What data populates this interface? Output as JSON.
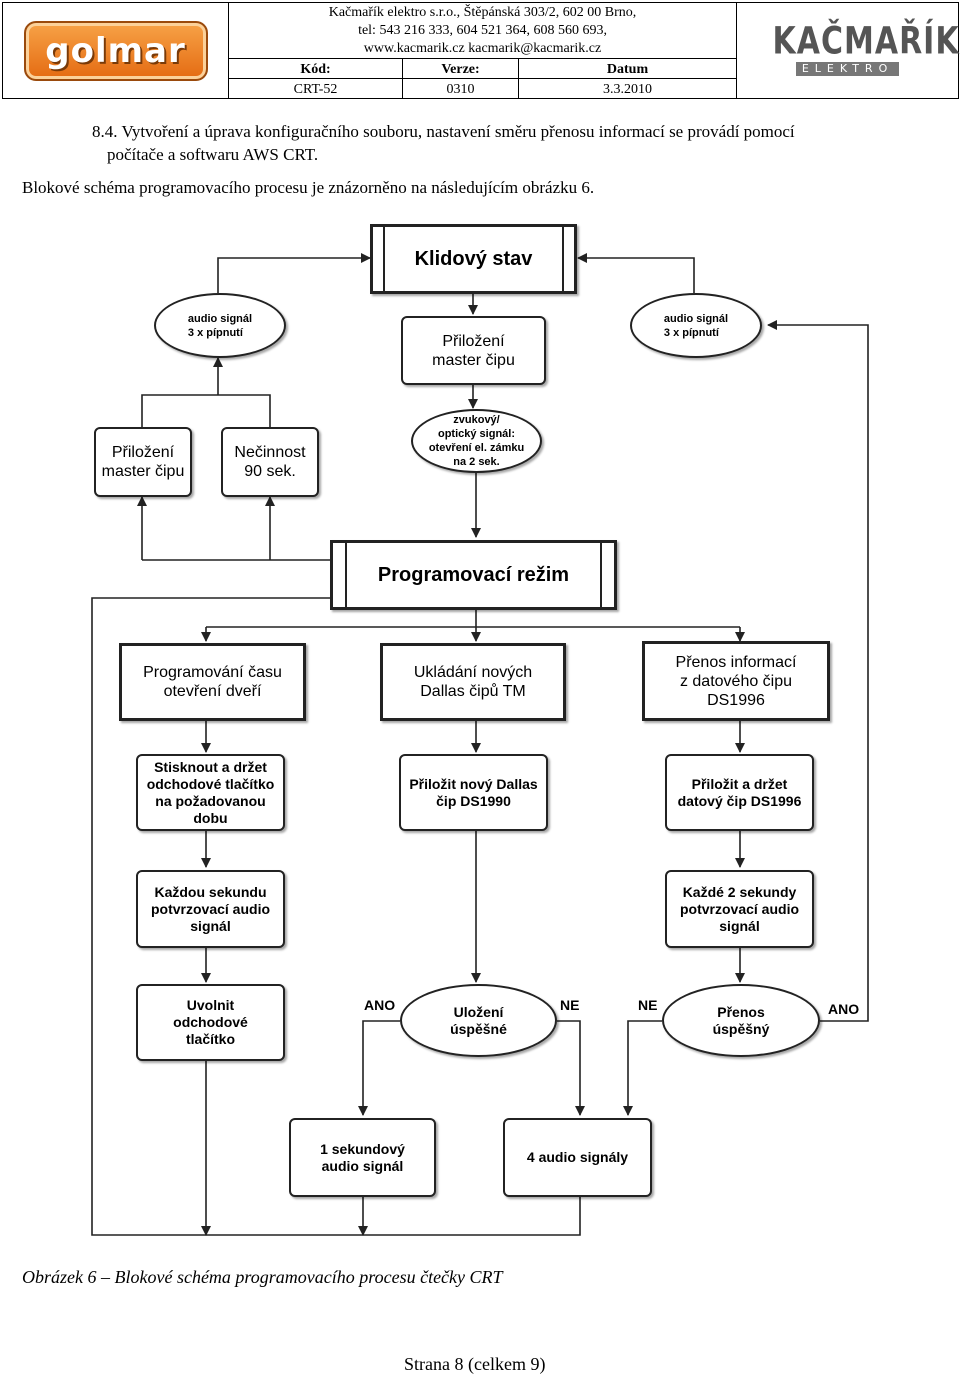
{
  "header": {
    "company_line1": "Kačmařík elektro s.r.o., Štěpánská 303/2, 602 00  Brno,",
    "company_line2": "tel: 543 216 333, 604 521 364, 608 560 693,",
    "company_line3": "www.kacmarik.cz  kacmarik@kacmarik.cz",
    "code_label": "Kód:",
    "version_label": "Verze:",
    "date_label": "Datum",
    "code_value": "CRT-52",
    "version_value": "0310",
    "date_value": "3.3.2010",
    "logo_left": "golmar",
    "logo_right_main": "KAČMAŘÍK",
    "logo_right_sub": "ELEKTRO"
  },
  "body": {
    "para1_line1": "8.4.    Vytvoření a úprava konfiguračního souboru, nastavení směru přenosu informací se provádí pomocí",
    "para1_line2": "počítače a softwaru AWS CRT.",
    "para2": "Blokové schéma programovacího procesu je znázorněno na následujícím obrázku 6."
  },
  "diagram": {
    "klidovy_stav": "Klidový stav",
    "audio_signal_left": "audio signál\n3 x pípnutí",
    "audio_signal_right": "audio signál\n3 x pípnutí",
    "prilozeni_master_top": "Přiložení\nmaster čipu",
    "prilozeni_master_left": "Přiložení\nmaster čipu",
    "necinnost": "Nečinnost\n90 sek.",
    "zvukovy_signal": "zvukový/\noptický signál:\notevření el. zámku\nna 2 sek.",
    "programovaci_rezim": "Programovací režim",
    "programovani_casu": "Programování času\notevření dveří",
    "ukladani": "Ukládání nových\nDallas čipů TM",
    "prenos_informaci": "Přenos informací\nz datového čipu\nDS1996",
    "stisknout": "Stisknout a držet\nodchodové tlačítko\nna požadovanou\ndobu",
    "prilozit_dallas": "Přiložit  nový Dallas\nčip DS1990",
    "prilozit_drzet": "Přiložit a držet\ndatový čip DS1996",
    "kazdou_sekundu": "Každou sekundu\npotvrzovací audio\nsignál",
    "kazde_2_sekundy": "Každé 2 sekundy\npotvrzovací audio\nsignál",
    "uvolnit": "Uvolnit\nodchodové\ntlačítko",
    "ulozeni_uspesne": "Uložení\núspěšné",
    "prenos_uspesny": "Přenos\núspěšný",
    "sekundovy_signal": "1 sekundový\naudio signál",
    "audio_signaly": "4 audio signály",
    "ano_left": "ANO",
    "ne_left": "NE",
    "ne_right": "NE",
    "ano_right": "ANO"
  },
  "caption": "Obrázek 6 – Blokové schéma programovacího procesu čtečky CRT",
  "footer": "Strana 8 (celkem 9)"
}
